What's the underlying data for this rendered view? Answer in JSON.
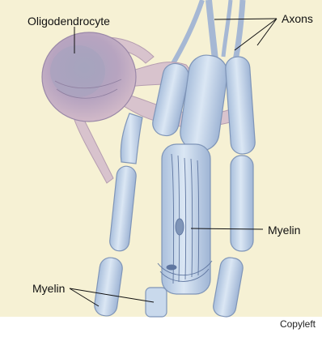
{
  "labels": {
    "oligodendrocyte": "Oligodendrocyte",
    "axons": "Axons",
    "myelin_right": "Myelin",
    "myelin_left": "Myelin"
  },
  "credit": "Copyleft",
  "colors": {
    "background": "#f6f1d4",
    "myelin_fill": "#c9d9ec",
    "myelin_stroke": "#7f95b8",
    "cell_body": "#b9a8c4",
    "process": "#d7c2cc",
    "nucleus": "#8a7f9c"
  }
}
